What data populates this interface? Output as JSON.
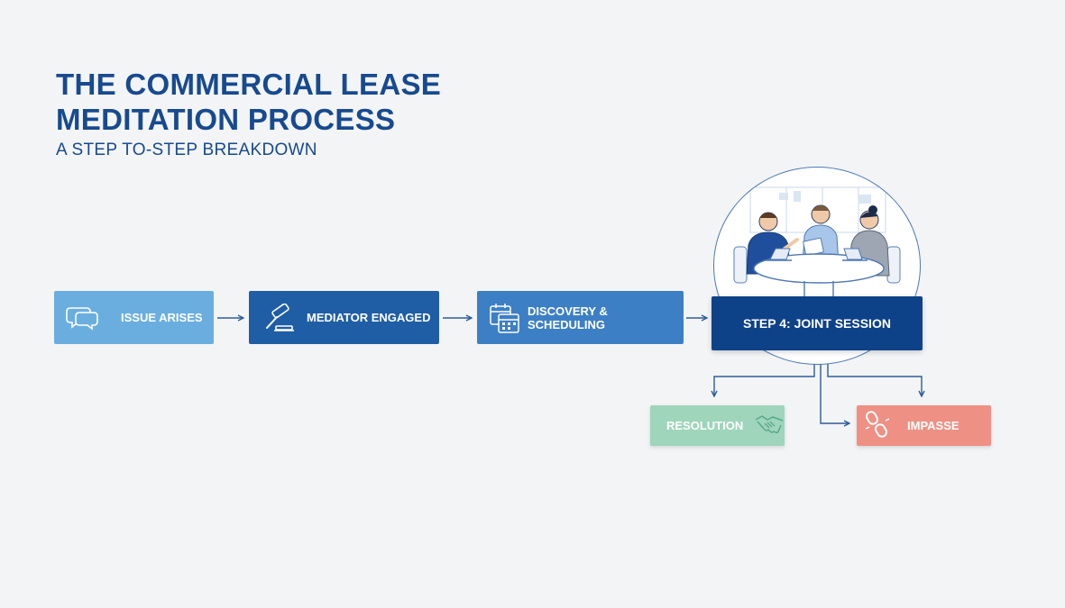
{
  "header": {
    "title_line1": "THE COMMERCIAL LEASE",
    "title_line2": "MEDITATION PROCESS",
    "subtitle": "A STEP TO-STEP BREAKDOWN"
  },
  "steps": [
    {
      "label": "ISSUE ARISES",
      "icon": "speech-bubbles-icon",
      "color": "#6aaee0"
    },
    {
      "label": "MEDIATOR ENGAGED",
      "icon": "gavel-icon",
      "color": "#1f5ea5"
    },
    {
      "label": "DISCOVERY & SCHEDULING",
      "icon": "calendar-icon",
      "color": "#3d7fc4"
    },
    {
      "label": "STEP 4: JOINT SESSION",
      "icon": "meeting-scene-illustration",
      "color": "#0e4288"
    }
  ],
  "outcomes": [
    {
      "label": "RESOLUTION",
      "icon": "handshake-icon",
      "color": "#9ed5bb"
    },
    {
      "label": "IMPASSE",
      "icon": "broken-chain-icon",
      "color": "#ee9084"
    }
  ],
  "colors": {
    "background": "#f3f4f5",
    "title": "#174a8f",
    "connector": "#2c5c9c"
  }
}
